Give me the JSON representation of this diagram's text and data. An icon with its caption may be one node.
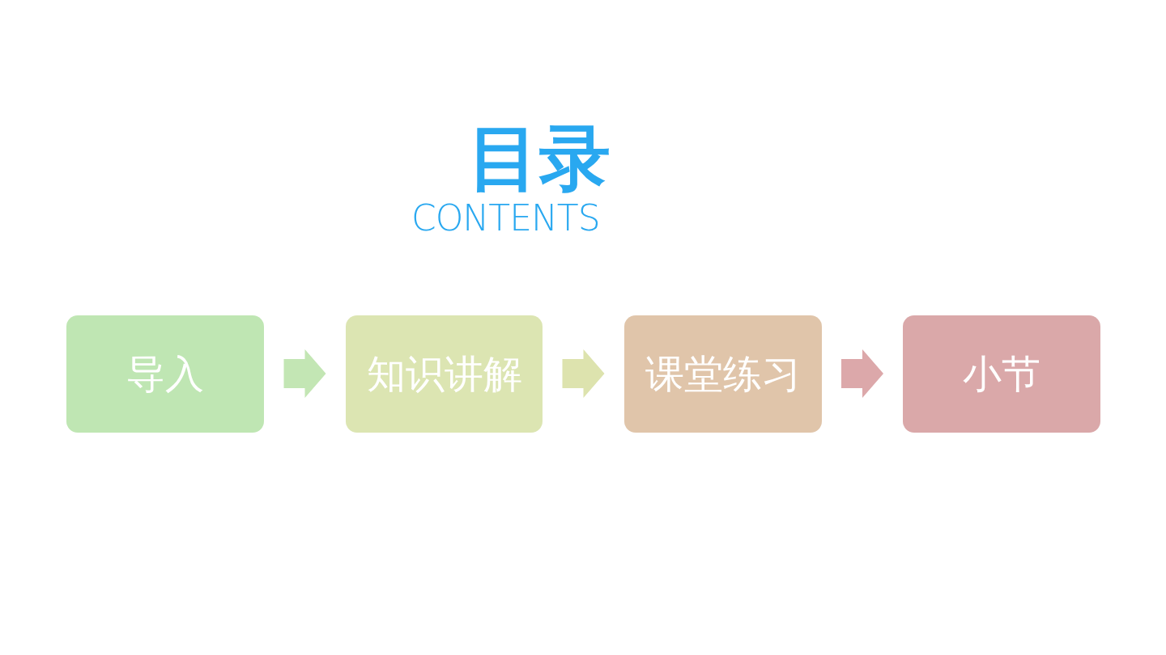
{
  "diagram": {
    "title": "目录",
    "labels": [
      "CONTENTS"
    ],
    "nodes": [
      {
        "text": [
          "导入"
        ]
      },
      {
        "text": [
          "知识讲解"
        ]
      },
      {
        "text": [
          "课堂练习"
        ]
      },
      {
        "text": [
          "小节"
        ]
      }
    ],
    "edges": [
      {
        "from": 0,
        "to": 1,
        "arrow": "to",
        "color": "#c3e6b4"
      },
      {
        "from": 1,
        "to": 2,
        "arrow": "to",
        "color": "#dde3ae"
      },
      {
        "from": 2,
        "to": 3,
        "arrow": "to",
        "color": "#dca8aa"
      }
    ]
  }
}
